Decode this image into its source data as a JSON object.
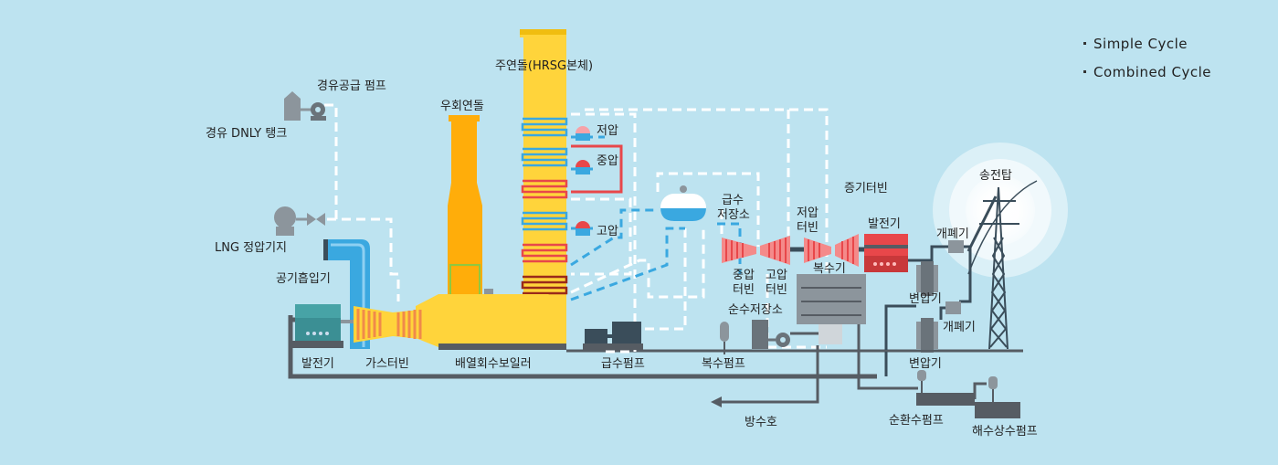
{
  "legend": {
    "items": [
      "Simple Cycle",
      "Combined Cycle"
    ]
  },
  "labels": {
    "main_stack": "주연돌(HRSG본체)",
    "bypass_stack": "우회연돌",
    "oil_pump": "경유공급 펌프",
    "oil_tank": "경유 DNLY 탱크",
    "lng_station": "LNG 정압기지",
    "air_intake": "공기흡입기",
    "lp": "저압",
    "ip": "중압",
    "hp": "고압",
    "feed_tank_1": "급수",
    "feed_tank_2": "저장소",
    "steam_turbine": "증기터빈",
    "lp_turbine_1": "저압",
    "lp_turbine_2": "터빈",
    "generator_steam": "발전기",
    "ip_turbine_1": "중압",
    "ip_turbine_2": "터빈",
    "hp_turbine_1": "고압",
    "hp_turbine_2": "터빈",
    "condenser": "복수기",
    "pure_water_tank": "순수저장소",
    "generator_gas": "발전기",
    "gas_turbine": "가스터빈",
    "hrsg": "배열회수보일러",
    "feed_pump": "급수펌프",
    "condensate_pump": "복수펌프",
    "discharge": "방수호",
    "circ_pump": "순환수펌프",
    "seawater_pump": "해수상수펌프",
    "switch_1": "개폐기",
    "transformer_1": "변압기",
    "switch_2": "개폐기",
    "transformer_2": "변압기",
    "tower": "송전탑"
  },
  "colors": {
    "background": "#bde3f0",
    "stack_yellow": "#ffd43b",
    "bypass_orange": "#ffad0a",
    "pipe_gray": "#565c63",
    "steam_white": "#ffffff",
    "water_blue": "#3aa8e0",
    "hot_red": "#e8474a",
    "machine_gray": "#8c959c"
  }
}
